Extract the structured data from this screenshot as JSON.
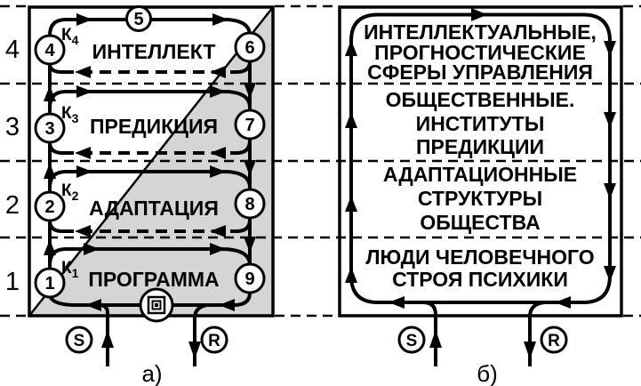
{
  "colors": {
    "line": "#000000",
    "shade": "#d5d5d5",
    "background": "#ffffff"
  },
  "panel_a": {
    "caption": "а)",
    "axis_levels": [
      "4",
      "3",
      "2",
      "1"
    ],
    "top_node": "5",
    "levels": [
      {
        "title": "ИНТЕЛЛЕКТ",
        "left_node": "4",
        "right_node": "6",
        "k": "К",
        "k_sub": "4"
      },
      {
        "title": "ПРЕДИКЦИЯ",
        "left_node": "3",
        "right_node": "7",
        "k": "К",
        "k_sub": "3"
      },
      {
        "title": "АДАПТАЦИЯ",
        "left_node": "2",
        "right_node": "8",
        "k": "К",
        "k_sub": "2"
      },
      {
        "title": "ПРОГРАММА",
        "left_node": "1",
        "right_node": "9",
        "k": "К",
        "k_sub": "1"
      }
    ],
    "input_label": "S",
    "output_label": "R"
  },
  "panel_b": {
    "caption": "б)",
    "blocks": [
      {
        "lines": [
          "ИНТЕЛЛЕКТУАЛЬНЫЕ,",
          "ПРОГНОСТИЧЕСКИЕ",
          "СФЕРЫ УПРАВЛЕНИЯ"
        ]
      },
      {
        "lines": [
          "ОБЩЕСТВЕННЫЕ.",
          "ИНСТИТУТЫ",
          "ПРЕДИКЦИИ"
        ]
      },
      {
        "lines": [
          "АДАПТАЦИОННЫЕ",
          "СТРУКТУРЫ",
          "ОБЩЕСТВА"
        ]
      },
      {
        "lines": [
          "ЛЮДИ ЧЕЛОВЕЧНОГО",
          "СТРОЯ ПСИХИКИ"
        ]
      }
    ],
    "input_label": "S",
    "output_label": "R"
  }
}
